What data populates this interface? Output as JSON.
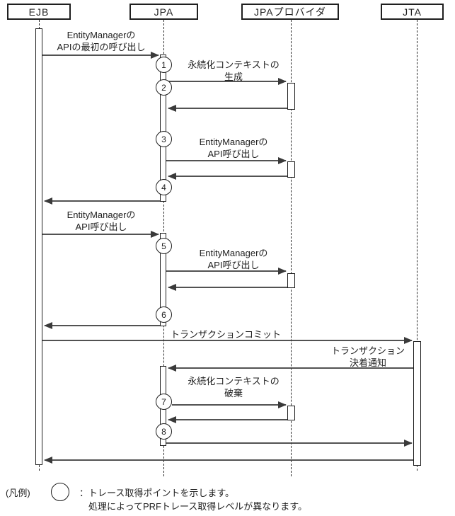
{
  "participants": [
    "EJB",
    "JPA",
    "JPAプロバイダ",
    "JTA"
  ],
  "trace_points": [
    "1",
    "2",
    "3",
    "4",
    "5",
    "6",
    "7",
    "8"
  ],
  "labels": {
    "first_call": {
      "line1": "EntityManagerの",
      "line2": "APIの最初の呼び出し"
    },
    "persistence_create": {
      "line1": "永続化コンテキストの",
      "line2": "生成"
    },
    "api_call_1": {
      "line1": "EntityManagerの",
      "line2": "API呼び出し"
    },
    "api_call_2": {
      "line1": "EntityManagerの",
      "line2": "API呼び出し"
    },
    "api_call_3": {
      "line1": "EntityManagerの",
      "line2": "API呼び出し"
    },
    "tx_commit": "トランザクションコミット",
    "tx_settlement": {
      "line1": "トランザクション",
      "line2": "決着通知"
    },
    "persistence_destroy": {
      "line1": "永続化コンテキストの",
      "line2": "破棄"
    }
  },
  "legend": {
    "caption": "(凡例)",
    "desc1": "：トレース取得ポイントを示します。",
    "desc2": "処理によってPRFトレース取得レベルが異なります。"
  },
  "colors": {
    "line": "#3a3a3a",
    "background": "#ffffff"
  }
}
